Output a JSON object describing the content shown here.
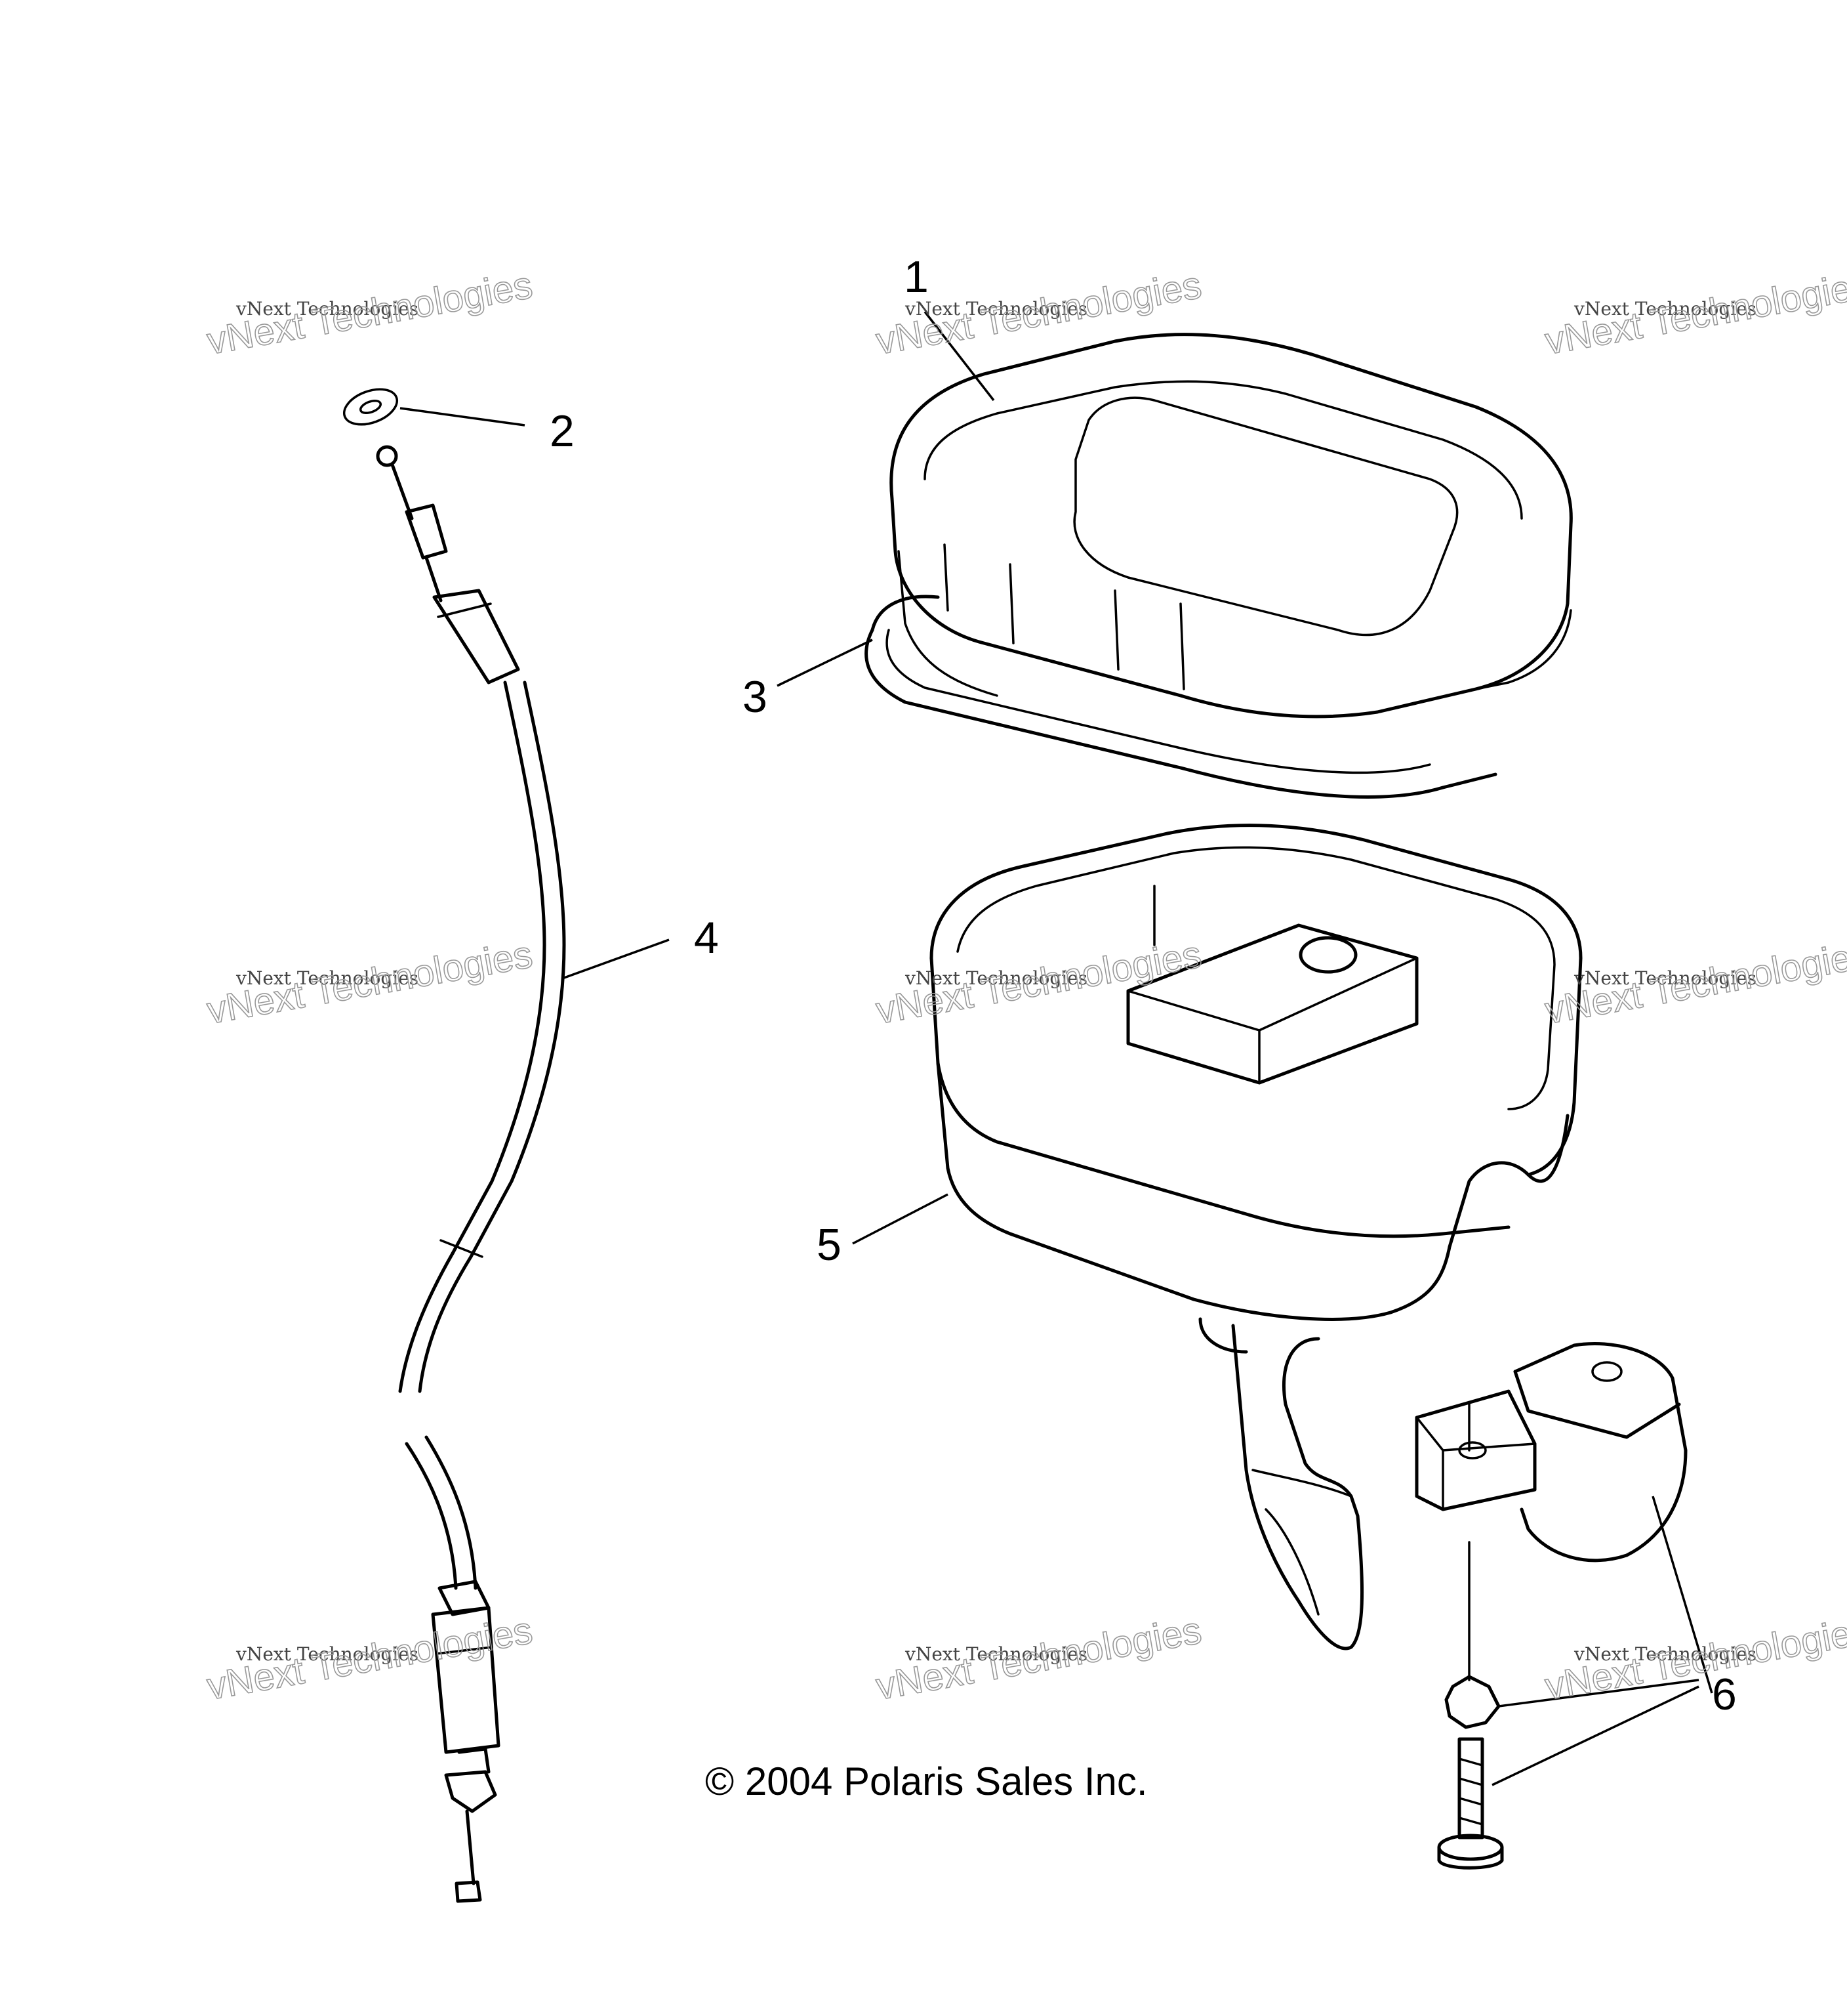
{
  "diagram": {
    "callouts": [
      {
        "id": "1",
        "label": "1"
      },
      {
        "id": "2",
        "label": "2"
      },
      {
        "id": "3",
        "label": "3"
      },
      {
        "id": "4",
        "label": "4"
      },
      {
        "id": "5",
        "label": "5"
      },
      {
        "id": "6",
        "label": "6"
      }
    ],
    "copyright": "© 2004 Polaris Sales Inc.",
    "watermark": {
      "line1": "vNext Technologies",
      "line2": "vNext Technologies"
    }
  }
}
